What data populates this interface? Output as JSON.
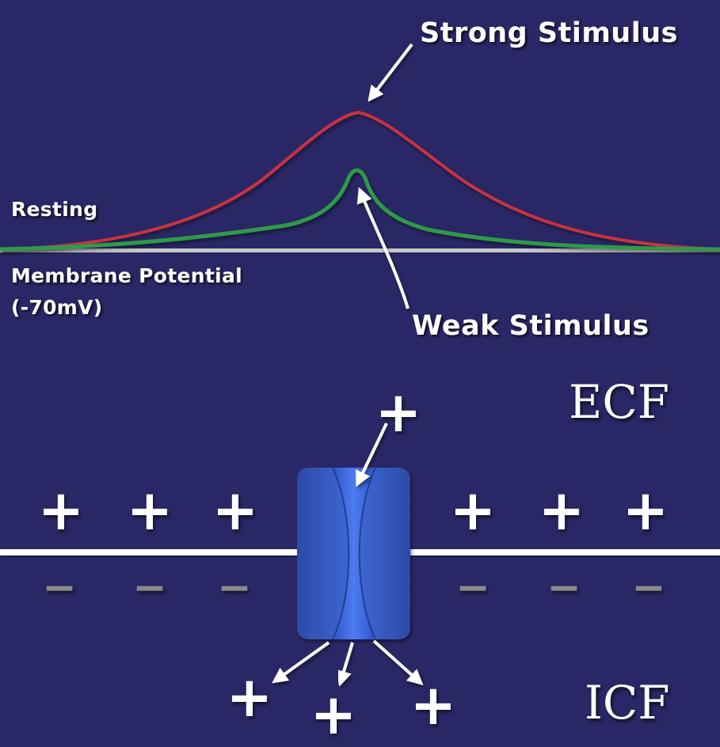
{
  "labels": {
    "strong_stimulus": "Strong Stimulus",
    "weak_stimulus": "Weak Stimulus",
    "resting": "Resting",
    "membrane_potential": "Membrane Potential",
    "resting_value": "(-70mV)",
    "ecf": "ECF",
    "icf": "ICF"
  },
  "charges": {
    "positive": "+",
    "negative": "−"
  },
  "colors": {
    "background": "#2a2766",
    "strong_curve": "#c8323f",
    "weak_curve": "#2e9a4a",
    "baseline": "#c9c9c9",
    "membrane": "#ffffff",
    "channel": "#3a5fc4",
    "negative_charge": "#8a8a8a"
  }
}
